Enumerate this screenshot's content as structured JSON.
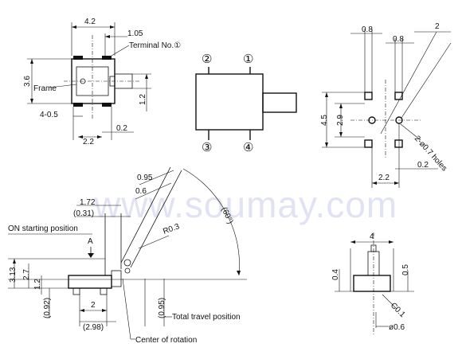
{
  "watermark": "www.soumay.com",
  "top_left_view": {
    "width": "4.2",
    "offset": "1.05",
    "terminal_label": "Terminal No.①",
    "height": "3.6",
    "frame_label": "Frame",
    "right_dim": "1.2",
    "holes": "4-0.5",
    "bottom_pitch": "2.2",
    "bottom_small": "0.2"
  },
  "schematic": {
    "pins": [
      "②",
      "①",
      "③",
      "④"
    ]
  },
  "top_right_view": {
    "left_pad": "0.8",
    "right_pad": "0.8",
    "angle_dim": "2",
    "outer_height": "4.5",
    "inner_height": "2.9",
    "holes": "2-ø0.7 holes",
    "bottom_pitch": "2.2",
    "bottom_small": "0.2"
  },
  "side_view": {
    "d1": "0.95",
    "d2": "0.6",
    "d3": "1.72",
    "d4": "(0.31)",
    "radius": "R0.3",
    "angle": "(60°)",
    "on_start_label": "ON starting position",
    "arrow_label": "A",
    "h1": "3.13",
    "h2": "2.7",
    "h3": "1.2",
    "h4": "(0.92)",
    "w1": "2",
    "w2": "(2.98)",
    "r1": "(0.95)",
    "travel_label": "Total travel position",
    "center_label": "Center of rotation"
  },
  "detail_view": {
    "width": "4",
    "left": "0.4",
    "right": "0.5",
    "chamfer": "C0.1",
    "dia": "ø0.6"
  }
}
